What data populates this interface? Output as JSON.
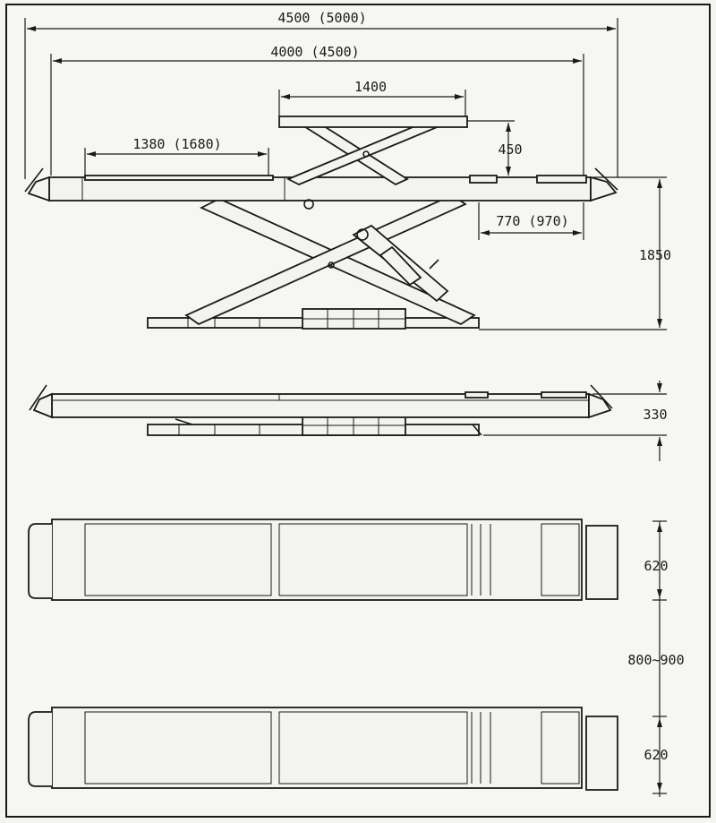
{
  "dimensions": {
    "overall_length": "4500 (5000)",
    "platform_length": "4000 (4500)",
    "secondary_platform_length": "1400",
    "approach_ramp_length": "1380 (1680)",
    "secondary_lift_height": "450",
    "ramp_extension": "770 (970)",
    "max_height": "1850",
    "min_height": "330",
    "platform_width_front": "620",
    "platform_gap": "800~900",
    "platform_width_rear": "620"
  }
}
